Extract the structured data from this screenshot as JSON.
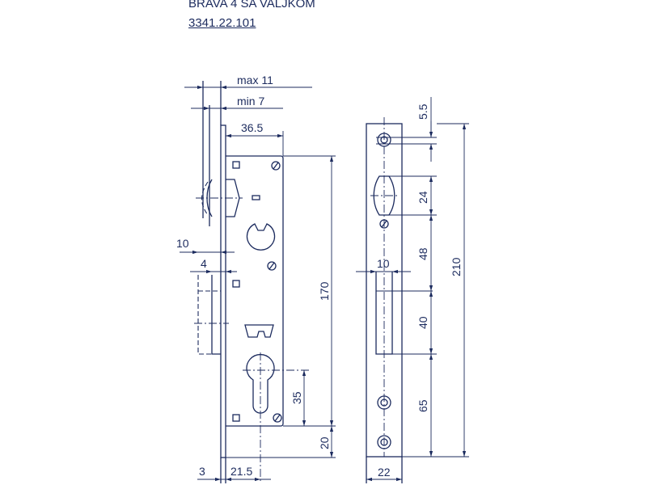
{
  "header": {
    "title": "BRAVA 4 SA VALJKOM",
    "code": "3341.22.101"
  },
  "lock_view": {
    "max": "max 11",
    "min": "min 7",
    "width": "36.5",
    "bolt": "10",
    "latch": "4",
    "height": "170",
    "cyl": "35",
    "bottom": "20",
    "plate": "3",
    "backset": "21.5"
  },
  "strike_view": {
    "top": "5.5",
    "roller": "24",
    "gap": "48",
    "slot": "40",
    "lower": "65",
    "total": "210",
    "slot_width": "10",
    "width": "22"
  },
  "colors": {
    "ink": "#1c2b5e"
  }
}
